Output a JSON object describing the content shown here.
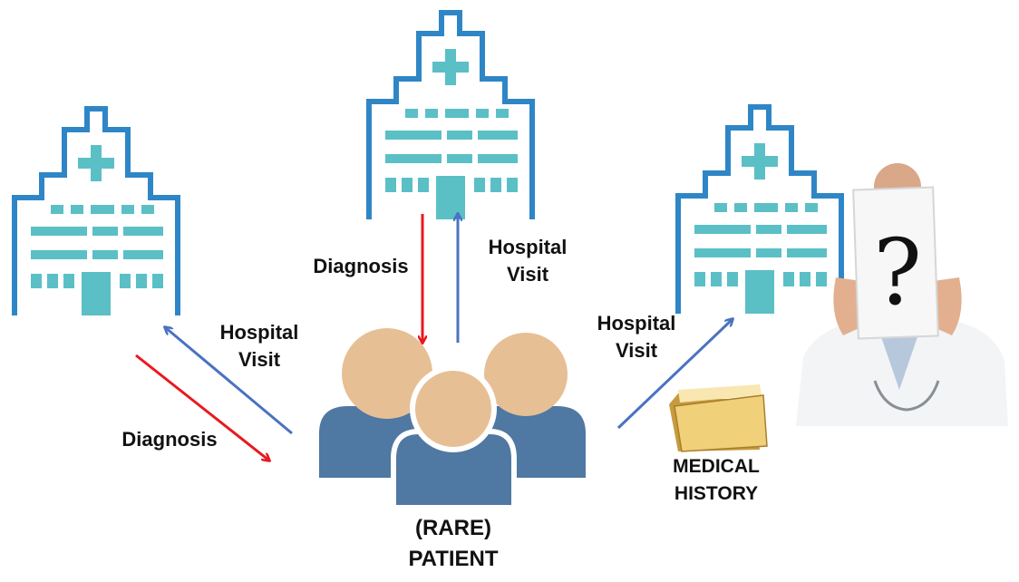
{
  "colors": {
    "hospital_outline": "#2f86c6",
    "hospital_fill": "#5bbfc6",
    "arrow_diagnosis": "#e8191e",
    "arrow_visit": "#4a72c2",
    "patient_head": "#e7bf95",
    "patient_body": "#4f78a3",
    "folder": "#f0d078"
  },
  "hospitals": [
    {
      "name": "hospital-left"
    },
    {
      "name": "hospital-top"
    },
    {
      "name": "hospital-right"
    }
  ],
  "labels": {
    "left_visit": [
      "Hospital",
      "Visit"
    ],
    "left_diagnosis": "Diagnosis",
    "top_diagnosis": "Diagnosis",
    "top_visit": [
      "Hospital",
      "Visit"
    ],
    "right_visit": [
      "Hospital",
      "Visit"
    ],
    "medical_history": [
      "MEDICAL",
      "HISTORY"
    ],
    "patient": [
      "(RARE)",
      "PATIENT"
    ]
  },
  "doctor": {
    "sign_text": "?"
  }
}
